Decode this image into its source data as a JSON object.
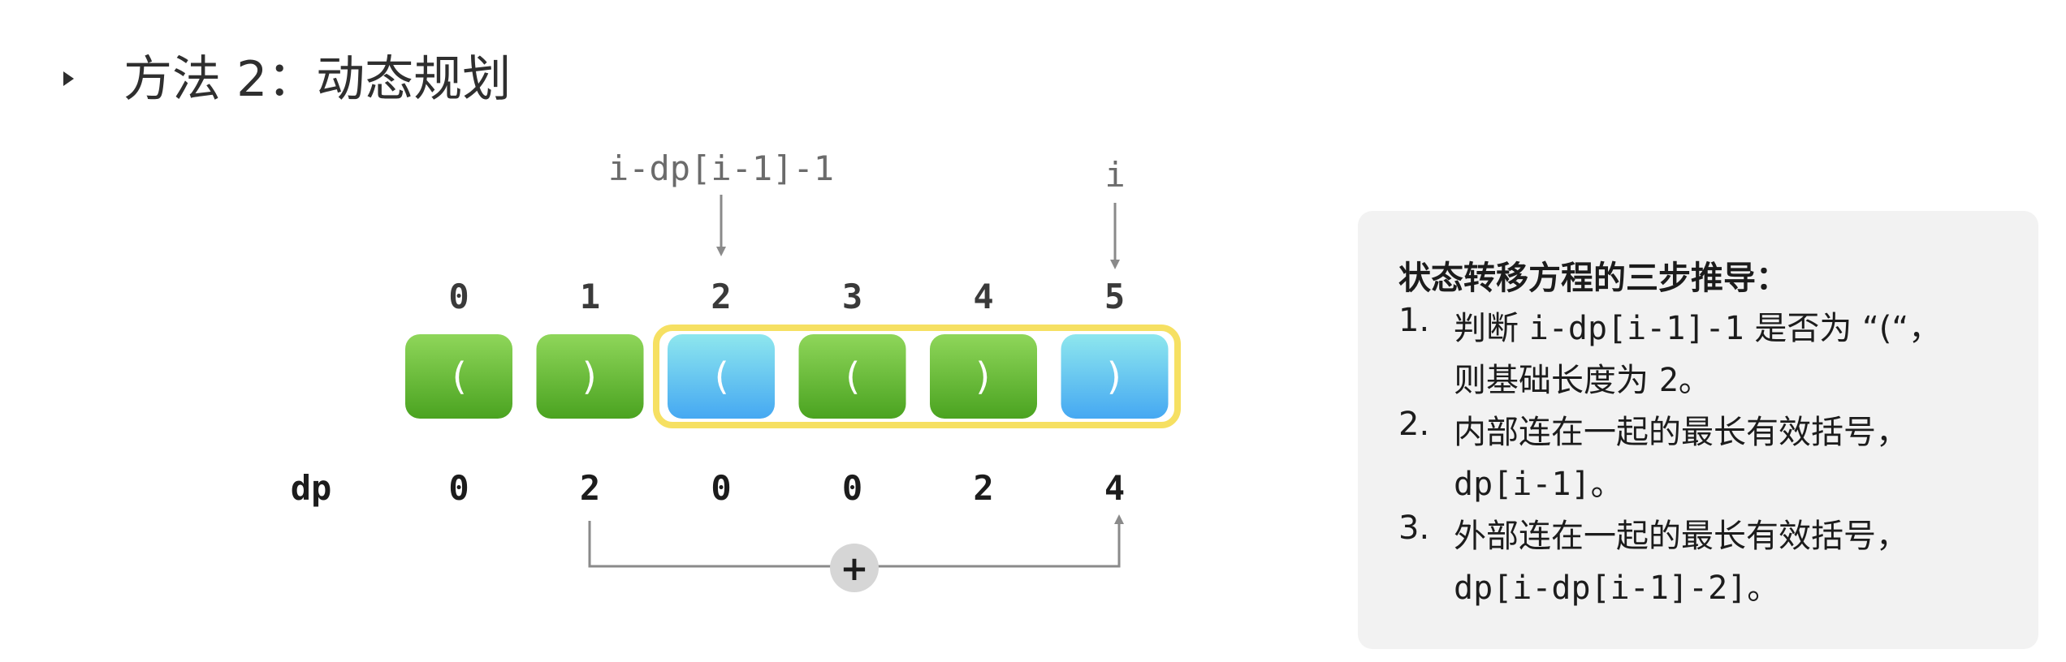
{
  "heading": {
    "text": "方法 2：动态规划"
  },
  "diagram": {
    "pointer_start_label": "i-dp[i-1]-1",
    "pointer_end_label": "i",
    "indices": [
      "0",
      "1",
      "2",
      "3",
      "4",
      "5"
    ],
    "chars": [
      "(",
      ")",
      "(",
      "(",
      ")",
      ")"
    ],
    "cell_styles": [
      "green",
      "green",
      "blue",
      "green",
      "green",
      "blue"
    ],
    "dp_label": "dp",
    "dp_values": [
      "0",
      "2",
      "0",
      "0",
      "2",
      "4"
    ],
    "plus_symbol": "+",
    "colors": {
      "green_top": "#8fd65a",
      "green_bottom": "#4aa320",
      "blue_top": "#8ee7ee",
      "blue_bottom": "#45a8f2",
      "highlight": "#f6e062",
      "arrow": "#8a8a8a"
    }
  },
  "steps": {
    "title": "状态转移方程的三步推导：",
    "items": [
      {
        "num": "1.",
        "lines": [
          [
            "判断 ",
            "i-dp[i-1]-1",
            " 是否为 “(“，"
          ],
          [
            "则基础长度为 ",
            "2",
            "。"
          ]
        ]
      },
      {
        "num": "2.",
        "lines": [
          [
            "内部连在一起的最长有效括号，",
            "",
            ""
          ],
          [
            "",
            "dp[i-1]",
            "。"
          ]
        ]
      },
      {
        "num": "3.",
        "lines": [
          [
            "外部连在一起的最长有效括号，",
            "",
            ""
          ],
          [
            "",
            "dp[i-dp[i-1]-2]",
            "。"
          ]
        ]
      }
    ]
  }
}
